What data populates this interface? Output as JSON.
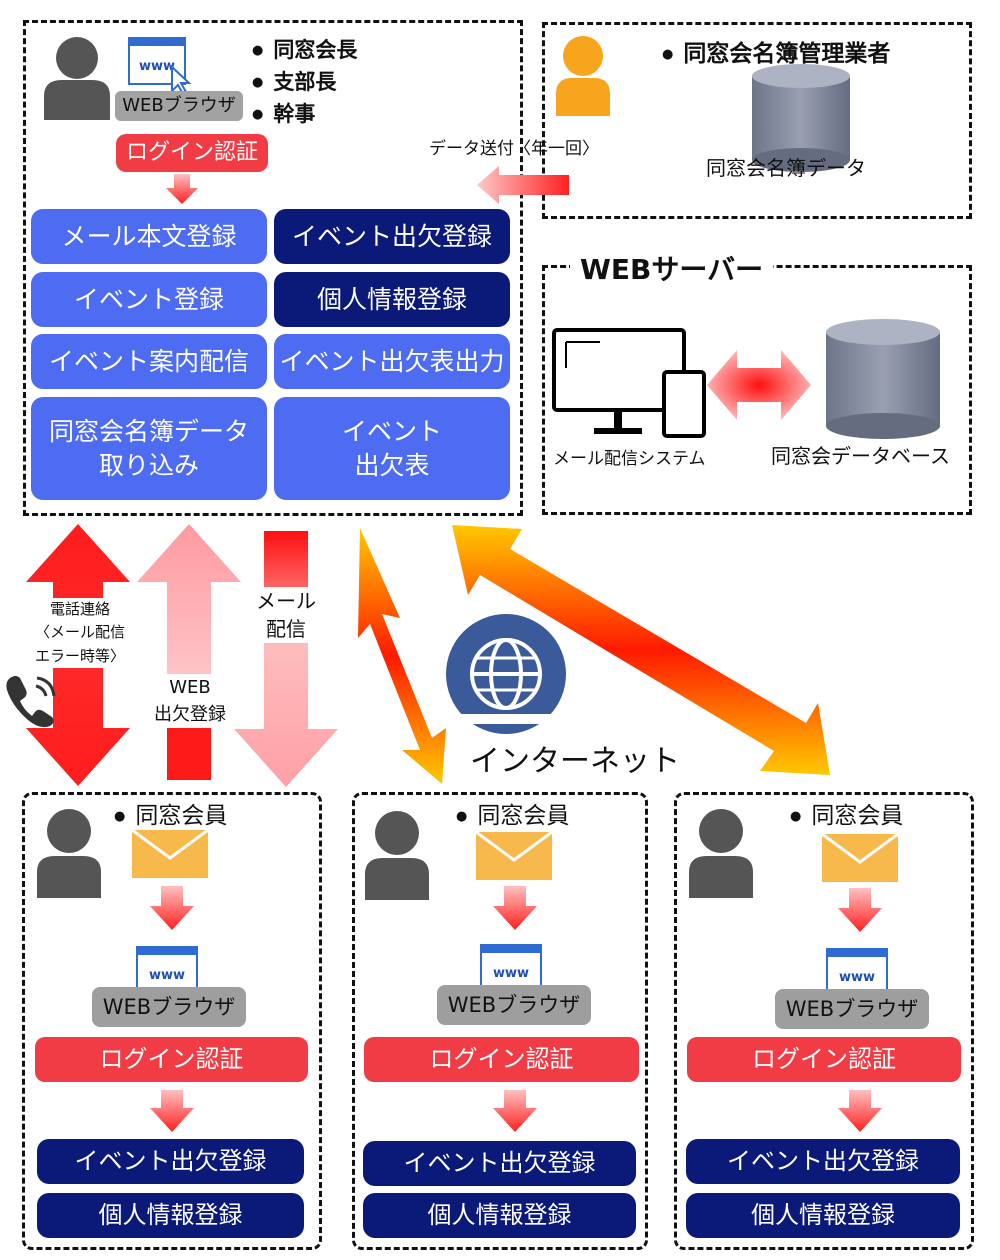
{
  "admin": {
    "browser_label": "WEBブラウザ",
    "roles": [
      "同窓会長",
      "支部長",
      "幹事"
    ],
    "login_label": "ログイン認証",
    "functions": [
      "メール本文登録",
      "イベント出欠登録",
      "イベント登録",
      "個人情報登録",
      "イベント案内配信",
      "イベント出欠表出力",
      "同窓会名簿データ\n取り込み",
      "イベント\n出欠表"
    ]
  },
  "vendor": {
    "title": "同窓会名簿管理業者",
    "db_label": "同窓会名簿データ",
    "transfer_label": "データ送付〈年一回〉"
  },
  "server": {
    "title": "WEBサーバー",
    "mail_system_label": "メール配信システム",
    "db_label": "同窓会データベース"
  },
  "links": {
    "phone_label": "電話連絡\n〈メール配信\nエラー時等〉",
    "web_attend_label": "WEB\n出欠登録",
    "mail_label": "メール\n配信",
    "internet_label": "インターネット"
  },
  "members": [
    {
      "title": "同窓会員",
      "browser_label": "WEBブラウザ",
      "login_label": "ログイン認証",
      "attend_label": "イベント出欠登録",
      "personal_label": "個人情報登録"
    },
    {
      "title": "同窓会員",
      "browser_label": "WEBブラウザ",
      "login_label": "ログイン認証",
      "attend_label": "イベント出欠登録",
      "personal_label": "個人情報登録"
    },
    {
      "title": "同窓会員",
      "browser_label": "WEBブラウザ",
      "login_label": "ログイン認証",
      "attend_label": "イベント出欠登録",
      "personal_label": "個人情報登録"
    }
  ],
  "colors": {
    "light_blue": "#4e6cf2",
    "navy": "#0b1a78",
    "red": "#f23c45",
    "orange_person": "#f7a51c",
    "globe": "#3b5a9a"
  }
}
